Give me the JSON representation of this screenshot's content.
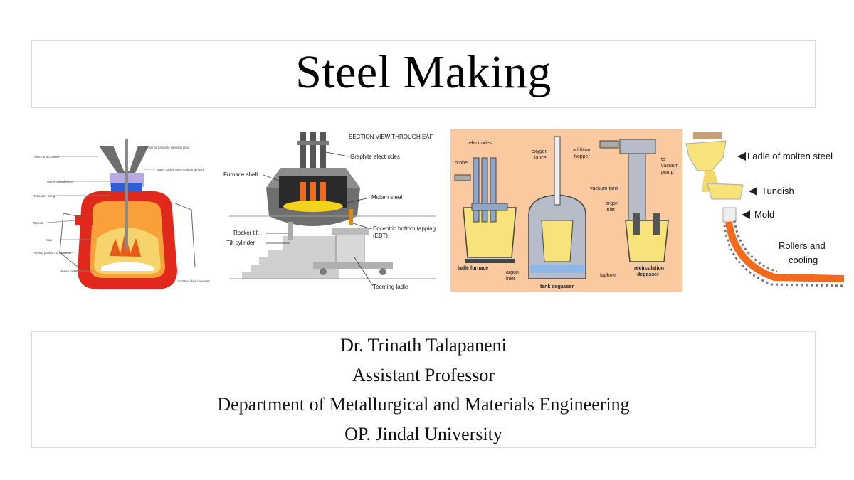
{
  "title": "Steel Making",
  "author": {
    "name": "Dr. Trinath Talapaneni",
    "role": "Assistant Professor",
    "department": "Department of Metallurgical and Materials Engineering",
    "university": "OP. Jindal University"
  },
  "figures": {
    "bof": {
      "labels": [
        "Convertor fumes to cleaning plant",
        "Water cooled fume collecting hood",
        "Fluxes and Coolant",
        "Refractory lining",
        "Water cooled lance",
        "Taphole",
        "Slag",
        "Pouring position of converter",
        "Molten metal",
        "Steel shell converter"
      ]
    },
    "eaf": {
      "heading": "SECTION VIEW THROUGH EAF",
      "graphite": "Graphite electrodes",
      "furnace_shell": "Furnace shell",
      "molten_steel": "Molten steel",
      "ebt_1": "Eccentric bottom tapping",
      "ebt_2": "(EBT)",
      "rocker": "Rocker tilt",
      "tilt": "Tilt cylinder",
      "teeming": "Teeming ladle"
    },
    "degassing": {
      "electrodes": "electrodes",
      "probe": "probe",
      "oxygen_1": "oxygen",
      "oxygen_2": "lance",
      "addition_1": "addition",
      "addition_2": "hopper",
      "vacuum_pump_1": "to",
      "vacuum_pump_2": "vacuum",
      "vacuum_pump_3": "pump",
      "vacuum_tank": "vacuum tank",
      "argon_1": "argon",
      "argon_2": "inlet",
      "ladle_furnace": "ladle furnace",
      "argon_b1": "argon",
      "argon_b2": "inlet",
      "taphole": "taphole",
      "recirc_1": "recirculation",
      "recirc_2": "degasser",
      "tank_degasser": "tank degasser"
    },
    "casting": {
      "ladle": "Ladle of molten steel",
      "tundish": "Tundish",
      "mold": "Mold",
      "rollers_1": "Rollers and",
      "rollers_2": "cooling"
    }
  },
  "colors": {
    "border": "#e2d8d2",
    "degasser_bg": "#fbc9a0",
    "bof_shell": "#e0281c",
    "molten": "#f5c400"
  }
}
